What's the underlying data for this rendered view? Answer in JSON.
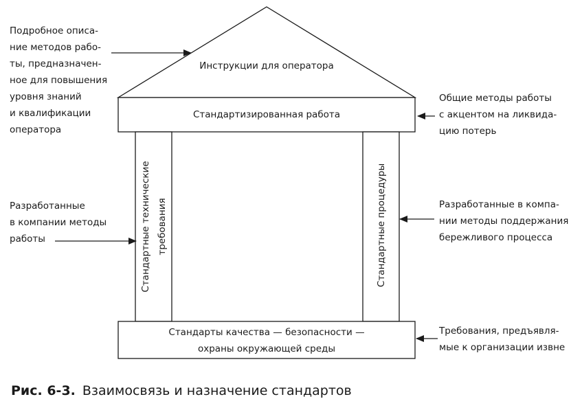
{
  "roof_text": "Инструкции для оператора",
  "beam_text": "Стандартизированная работа",
  "left_pillar_lines": [
    "Стандартные технические",
    "требования"
  ],
  "right_pillar_text": "Стандартные процедуры",
  "base_lines": [
    "Стандарты качества — безопасности —",
    "охраны окружающей среды"
  ],
  "left_top_note": [
    "Подробное описа-",
    "ние методов рабо-",
    "ты, предназначен-",
    "ное для повышения",
    "уровня знаний",
    "и квалификации",
    "оператора"
  ],
  "left_mid_note": [
    "Разработанные",
    "в компании методы",
    "работы"
  ],
  "right_top_note": [
    "Общие методы работы",
    "с акцентом на ликвида-",
    "цию потерь"
  ],
  "right_mid_note": [
    "Разработанные в компа-",
    "нии методы поддержания",
    "бережливого процесса"
  ],
  "right_bottom_note": [
    "Требования, предъявля-",
    "мые к организации извне"
  ],
  "caption": {
    "number": "Рис. 6-3.",
    "title": "Взаимосвязь и назначение стандартов"
  },
  "colors": {
    "stroke": "#1a1a1a",
    "background": "#ffffff"
  }
}
